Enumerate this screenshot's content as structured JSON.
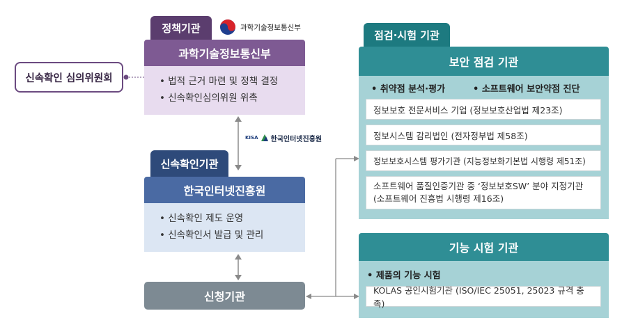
{
  "policy": {
    "tab": "정책기관",
    "ministry_logo_text": "과학기술정보통신부",
    "title": "과학기술정보통신부",
    "items": [
      "법적 근거 마련 및 정책 결정",
      "신속확인심의위원 위촉"
    ]
  },
  "committee": {
    "label": "신속확인 심의위원회"
  },
  "kisa_logo": {
    "mark": "KISA",
    "text": "한국인터넷진흥원"
  },
  "rapid": {
    "tab": "신속확인기관",
    "title": "한국인터넷진흥원",
    "items": [
      "신속확인 제도 운영",
      "신속확인서 발급 및 관리"
    ]
  },
  "applicant": {
    "label": "신청기관"
  },
  "inspection": {
    "tab": "점검·시험 기관",
    "security": {
      "title": "보안 점검 기관",
      "bullets": [
        "취약점 분석·평가",
        "소프트웨어 보안약점 진단"
      ],
      "boxes": [
        "정보보호 전문서비스 기업 (정보보호산업법 제23조)",
        "정보시스템 감리법인 (전자정부법 제58조)",
        "정보보호시스템 평가기관 (지능정보화기본법 시행령 제51조)",
        "소프트웨어 품질인증기관 중 ‘정보보호SW’ 분야 지정기관 (소프트웨어 진흥법 시행령 제16조)"
      ]
    },
    "function": {
      "title": "기능 시험 기관",
      "bullets": [
        "제품의 기능 시험"
      ],
      "boxes": [
        "KOLAS 공인시험기관 (ISO/IEC 25051, 25023 규격 충족)"
      ]
    }
  },
  "colors": {
    "policy_tab": "#5b3d6e",
    "policy_head": "#7e5a93",
    "policy_body": "#e8dcef",
    "rapid_tab": "#2e4a7a",
    "rapid_head": "#4a6aa3",
    "rapid_body": "#dce6f3",
    "teal_tab": "#1d7a80",
    "teal_head": "#2f8e95",
    "teal_body": "#a6d2d6",
    "applicant": "#7d8a93",
    "committee_border": "#6b4a80"
  }
}
